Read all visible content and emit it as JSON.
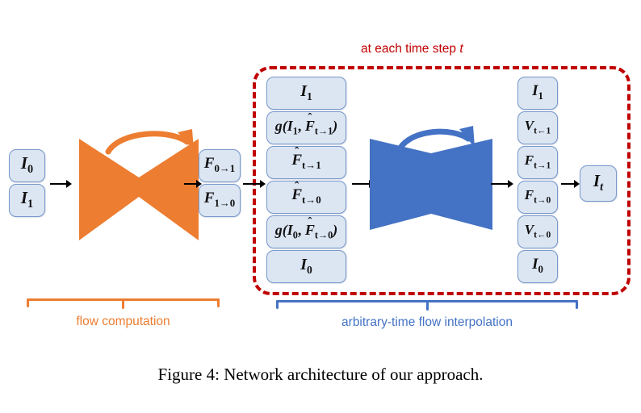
{
  "figure": {
    "caption": "Figure 4: Network architecture of our approach."
  },
  "colors": {
    "orange": "#ED7D31",
    "blue": "#4472C4",
    "red": "#C00000",
    "box_fill": "#DCE6F3",
    "box_border": "#7899CB",
    "arrow": "#000000"
  },
  "annotations": {
    "time_step_note": "at each time step t",
    "time_step_note_prefix": "at each time step ",
    "time_step_note_var": "t"
  },
  "braces": [
    {
      "name": "flow-computation",
      "label": "flow computation",
      "color": "#ED7D31"
    },
    {
      "name": "arbitrary-time-flow-interpolation",
      "label": "arbitrary-time flow interpolation",
      "color": "#4472C4"
    }
  ],
  "networks": [
    {
      "name": "flow-computation-unet",
      "color": "#ED7D31",
      "recurrent_arrow": true
    },
    {
      "name": "flow-interpolation-unet",
      "color": "#4472C4",
      "recurrent_arrow": true
    }
  ],
  "columns": {
    "inputs": {
      "name": "input-frames-column",
      "items": [
        {
          "id": "I0",
          "base": "I",
          "sub": "0",
          "hat": false
        },
        {
          "id": "I1",
          "base": "I",
          "sub": "1",
          "hat": false
        }
      ]
    },
    "bidirectional_flows": {
      "name": "bidirectional-flow-column",
      "items": [
        {
          "id": "F0to1",
          "base": "F",
          "sub": "0→1",
          "hat": false
        },
        {
          "id": "F1to0",
          "base": "F",
          "sub": "1→0",
          "hat": false
        }
      ]
    },
    "interp_inputs": {
      "name": "interpolation-input-column",
      "items": [
        {
          "id": "I1",
          "kind": "plain",
          "base": "I",
          "sub": "1",
          "hat": false
        },
        {
          "id": "gI1Ft1",
          "kind": "warp",
          "prefix": "g(",
          "base1": "I",
          "sub1": "1",
          "sep": ", ",
          "base2": "F",
          "sub2": "t→1",
          "hat2": true,
          "suffix": ")"
        },
        {
          "id": "Ft1hat",
          "kind": "plain",
          "base": "F",
          "sub": "t→1",
          "hat": true
        },
        {
          "id": "Ft0hat",
          "kind": "plain",
          "base": "F",
          "sub": "t→0",
          "hat": true
        },
        {
          "id": "gI0Ft0",
          "kind": "warp",
          "prefix": "g(",
          "base1": "I",
          "sub1": "0",
          "sep": ", ",
          "base2": "F",
          "sub2": "t→0",
          "hat2": true,
          "suffix": ")"
        },
        {
          "id": "I0",
          "kind": "plain",
          "base": "I",
          "sub": "0",
          "hat": false
        }
      ]
    },
    "interp_outputs": {
      "name": "interpolation-output-column",
      "items": [
        {
          "id": "I1",
          "base": "I",
          "sub": "1",
          "hat": false
        },
        {
          "id": "Vt1",
          "base": "V",
          "sub": "t←1",
          "hat": false
        },
        {
          "id": "Ft1",
          "base": "F",
          "sub": "t→1",
          "hat": false
        },
        {
          "id": "Ft0",
          "base": "F",
          "sub": "t→0",
          "hat": false
        },
        {
          "id": "Vt0",
          "base": "V",
          "sub": "t←0",
          "hat": false
        },
        {
          "id": "I0",
          "base": "I",
          "sub": "0",
          "hat": false
        }
      ]
    },
    "output": {
      "name": "output-frame-column",
      "items": [
        {
          "id": "It",
          "base": "I",
          "sub": "t",
          "hat": false,
          "sub_italic": true
        }
      ]
    }
  }
}
